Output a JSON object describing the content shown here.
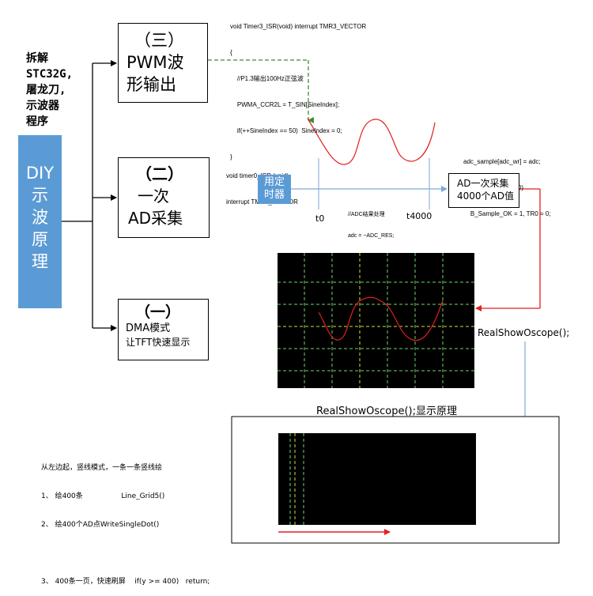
{
  "side_title": [
    "拆解",
    "STC32G,",
    "屠龙刀,",
    "示波器",
    "程序"
  ],
  "diy_block": [
    "DIY",
    "示",
    "波",
    "原",
    "理"
  ],
  "step3": [
    "（三）",
    "PWM波",
    "形输出"
  ],
  "step2": [
    "（二）",
    "一次",
    "AD采集"
  ],
  "step1": [
    "（一）",
    "DMA模式",
    "让TFT快速显示"
  ],
  "timer3_code": [
    "void Timer3_ISR(void) interrupt TMR3_VECTOR",
    "{",
    "    //P1.3输出100Hz正弦波",
    "    PWMA_CCR2L = T_SIN[SineIndex];",
    "    if(++SineIndex == 50)  SineIndex = 0;",
    "}"
  ],
  "timer0_code": [
    "void timer0_ISR (void)",
    "interrupt TMR0_VECTOR"
  ],
  "timer_block": [
    "用定",
    "时器"
  ],
  "adc_comment": [
    "//ADC结果处理",
    "adc = ~ADC_RES;"
  ],
  "adc_sample_code": [
    "adc_sample[adc_wr] = adc;",
    "if(++adc_wr >= 4000)",
    "    B_Sample_OK = 1, TR0 = 0;"
  ],
  "ad_result_box": [
    "AD一次采集",
    "4000个AD值"
  ],
  "t0_label": "t0",
  "t4000_label": "t4000",
  "realshow_call": "RealShowOscope();",
  "bottom_title": "RealShowOscope();显示原理",
  "draw_steps": [
    "从左边起，竖线模式，一条一条竖线绘",
    "1、 绘400条                 Line_Grid5()",
    "2、 绘400个AD点WriteSingleDot()",
    "",
    "3、 400条一页，快速刷屏    if(y >= 400)   return;"
  ],
  "colors": {
    "diy_fill": "#5B9BD5",
    "diy_text": "#ffffff",
    "timer_fill": "#5B9BD5",
    "arrow_blue": "#7EA9D8",
    "arrow_green": "#3E8E2F",
    "wave_red": "#E02020",
    "grid_green": "#6BD66B",
    "grid_yellow": "#D9D94A",
    "screen": "#000000"
  }
}
